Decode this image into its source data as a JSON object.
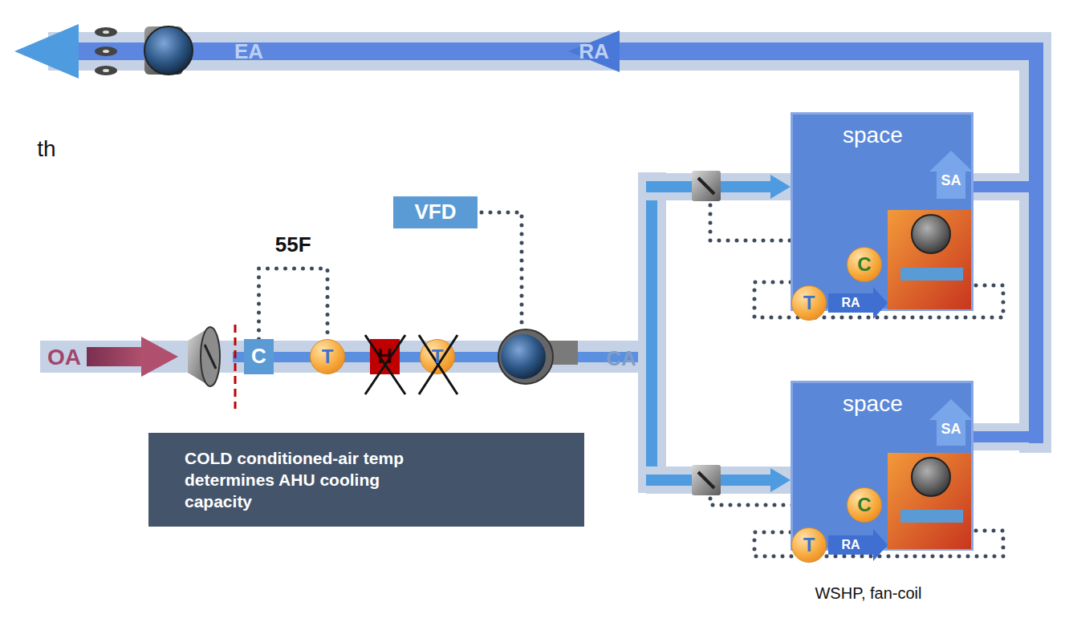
{
  "diagram": {
    "nodes": [
      {
        "text": [
          "VFD"
        ]
      },
      {
        "text": [
          "C"
        ]
      },
      {
        "text": [
          "T"
        ]
      },
      {
        "text": [
          "H"
        ]
      },
      {
        "text": [
          "T"
        ]
      },
      {
        "text": [
          "COLD conditioned-air temp determines AHU cooling capacity"
        ]
      },
      {
        "text": [
          "space"
        ]
      },
      {
        "text": [
          "C"
        ],
        "in": 6
      },
      {
        "text": [
          "T"
        ],
        "in": 6
      },
      {
        "text": [
          "space"
        ]
      },
      {
        "text": [
          "C"
        ],
        "in": 9
      },
      {
        "text": [
          "T"
        ],
        "in": 9
      }
    ],
    "edges": [
      {
        "from": 1,
        "to": 2,
        "label": "55F",
        "arrow": "none"
      }
    ],
    "labels": [
      "th",
      "EA",
      "RA",
      "OA",
      "CA",
      "SA",
      "RA",
      "SA",
      "RA",
      "WSHP, fan-coil"
    ]
  }
}
